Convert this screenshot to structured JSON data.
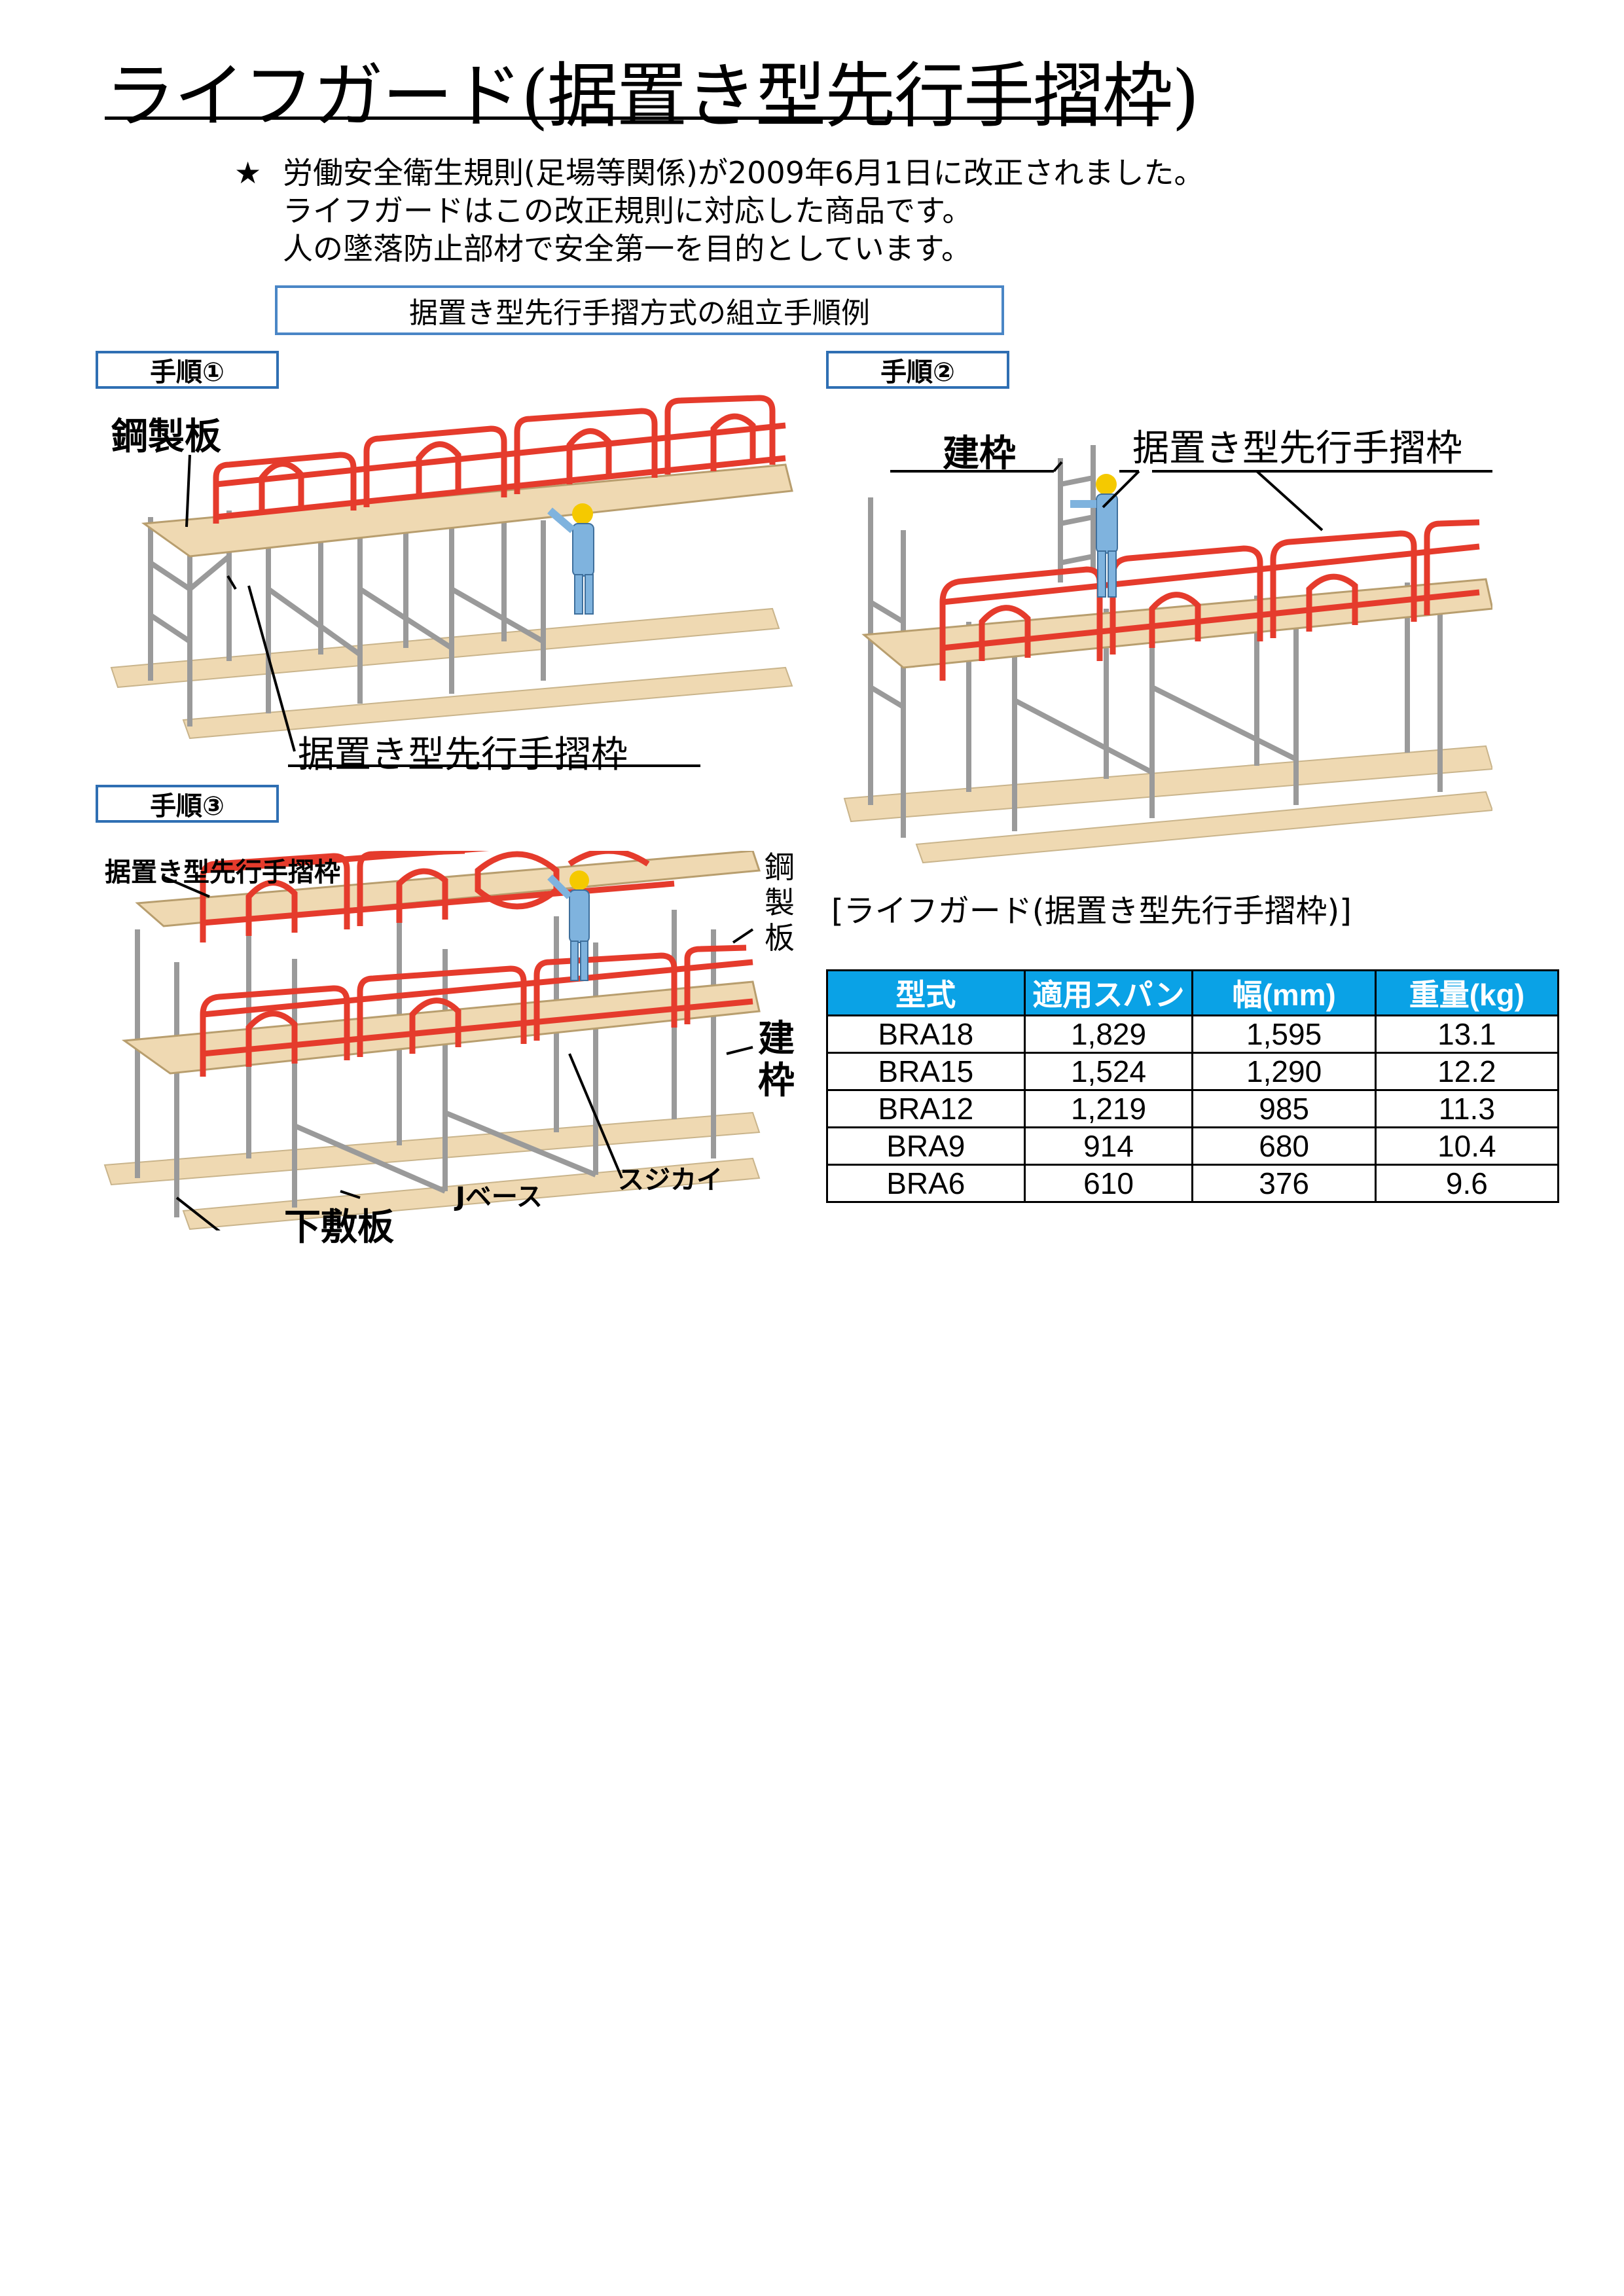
{
  "title": "ライフガード(据置き型先行手摺枠)",
  "intro": {
    "star": "★",
    "lines": [
      "労働安全衛生規則(足場等関係)が2009年6月1日に改正されました。",
      "ライフガードはこの改正規則に対応した商品です。",
      "人の墜落防止部材で安全第一を目的としています。"
    ]
  },
  "procedure_title": "据置き型先行手摺方式の組立手順例",
  "steps": {
    "step1": {
      "label": "手順①",
      "labels": {
        "steel_plank": "鋼製板",
        "guardrail": "据置き型先行手摺枠"
      }
    },
    "step2": {
      "label": "手順②",
      "labels": {
        "frame": "建枠",
        "guardrail": "据置き型先行手摺枠"
      }
    },
    "step3": {
      "label": "手順③",
      "labels": {
        "guardrail": "据置き型先行手摺枠",
        "steel_plank": "鋼製板",
        "frame": "建枠",
        "j_base": "Jベース",
        "brace": "スジカイ",
        "base_plate": "下敷板"
      }
    }
  },
  "spec_caption": "[ライフガード(据置き型先行手摺枠)]",
  "spec_table": {
    "headers": [
      "型式",
      "適用スパン",
      "幅(mm)",
      "重量(kg)"
    ],
    "rows": [
      [
        "BRA18",
        "1,829",
        "1,595",
        "13.1"
      ],
      [
        "BRA15",
        "1,524",
        "1,290",
        "12.2"
      ],
      [
        "BRA12",
        "1,219",
        "985",
        "11.3"
      ],
      [
        "BRA9",
        "914",
        "680",
        "10.4"
      ],
      [
        "BRA6",
        "610",
        "376",
        "9.6"
      ]
    ]
  },
  "colors": {
    "rail": "#e53b2c",
    "plank": "#efd9b2",
    "frame": "#9a9a9a",
    "worker": "#7fb3de",
    "header_bg": "#0aa2e6",
    "box_border": "#4a86c6"
  }
}
